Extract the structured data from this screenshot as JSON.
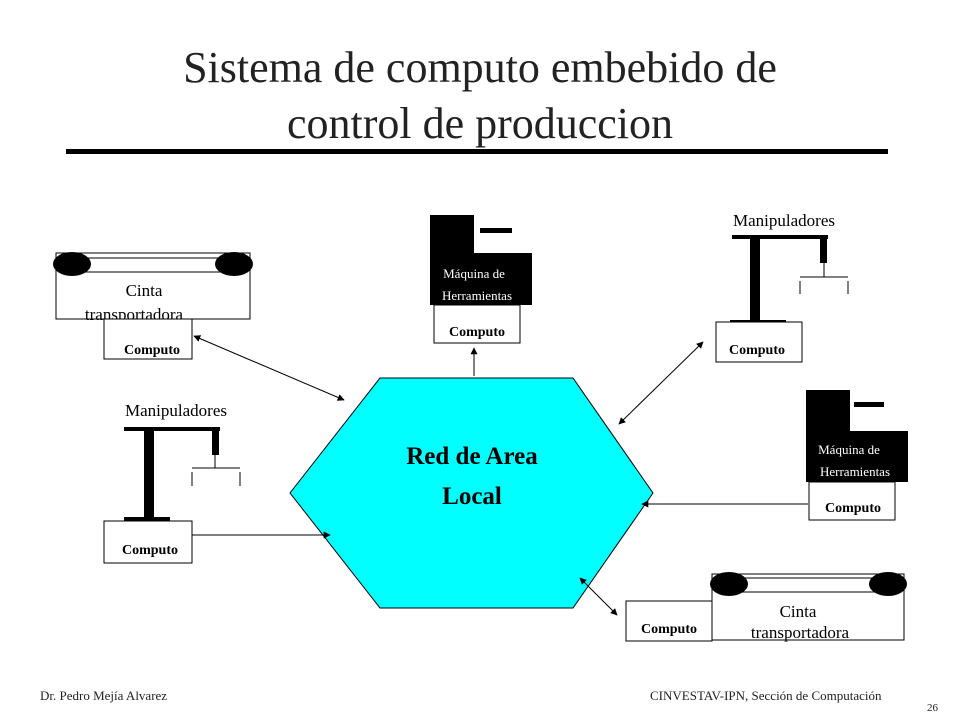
{
  "slide": {
    "title_line1": "Sistema de computo embebido de",
    "title_line2": "control de produccion"
  },
  "diagram": {
    "network_label_line1": "Red de Area",
    "network_label_line2": "Local",
    "network_fill": "#00ffff",
    "conveyor_label_line1": "Cinta",
    "conveyor_label_line2": "transportadora",
    "manipulator_label": "Manipuladores",
    "machine_label_line1": "Máquina de",
    "machine_label_line2": "Herramientas",
    "computer_label": "Computo"
  },
  "footer": {
    "author": "Dr. Pedro Mejía Alvarez",
    "institution": "CINVESTAV-IPN, Sección de Computación",
    "page_number": "26"
  }
}
